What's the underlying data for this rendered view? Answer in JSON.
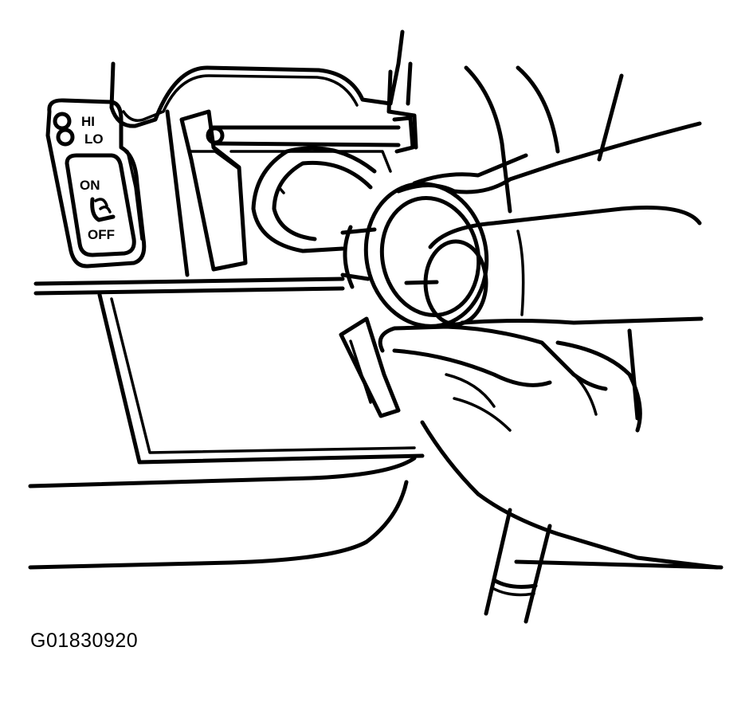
{
  "switch": {
    "hi_label": "HI",
    "lo_label": "LO",
    "on_label": "ON",
    "off_label": "OFF",
    "icon": "seat-heater-icon"
  },
  "figure_code": "G01830920",
  "colors": {
    "line": "#000000",
    "background": "#ffffff"
  }
}
